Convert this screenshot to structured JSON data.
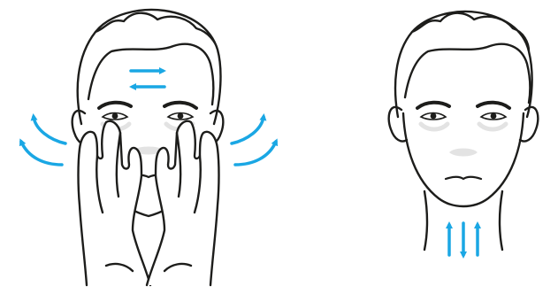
{
  "colors": {
    "outline": "#1d1d1b",
    "arrow": "#1aa7e4",
    "shade": "#e3e3e3",
    "background": "#ffffff"
  },
  "illustrations": [
    {
      "id": "face-massage",
      "motion": [
        "left-right",
        "outward-circular"
      ]
    },
    {
      "id": "neck-massage",
      "motion": [
        "up-down"
      ]
    }
  ]
}
